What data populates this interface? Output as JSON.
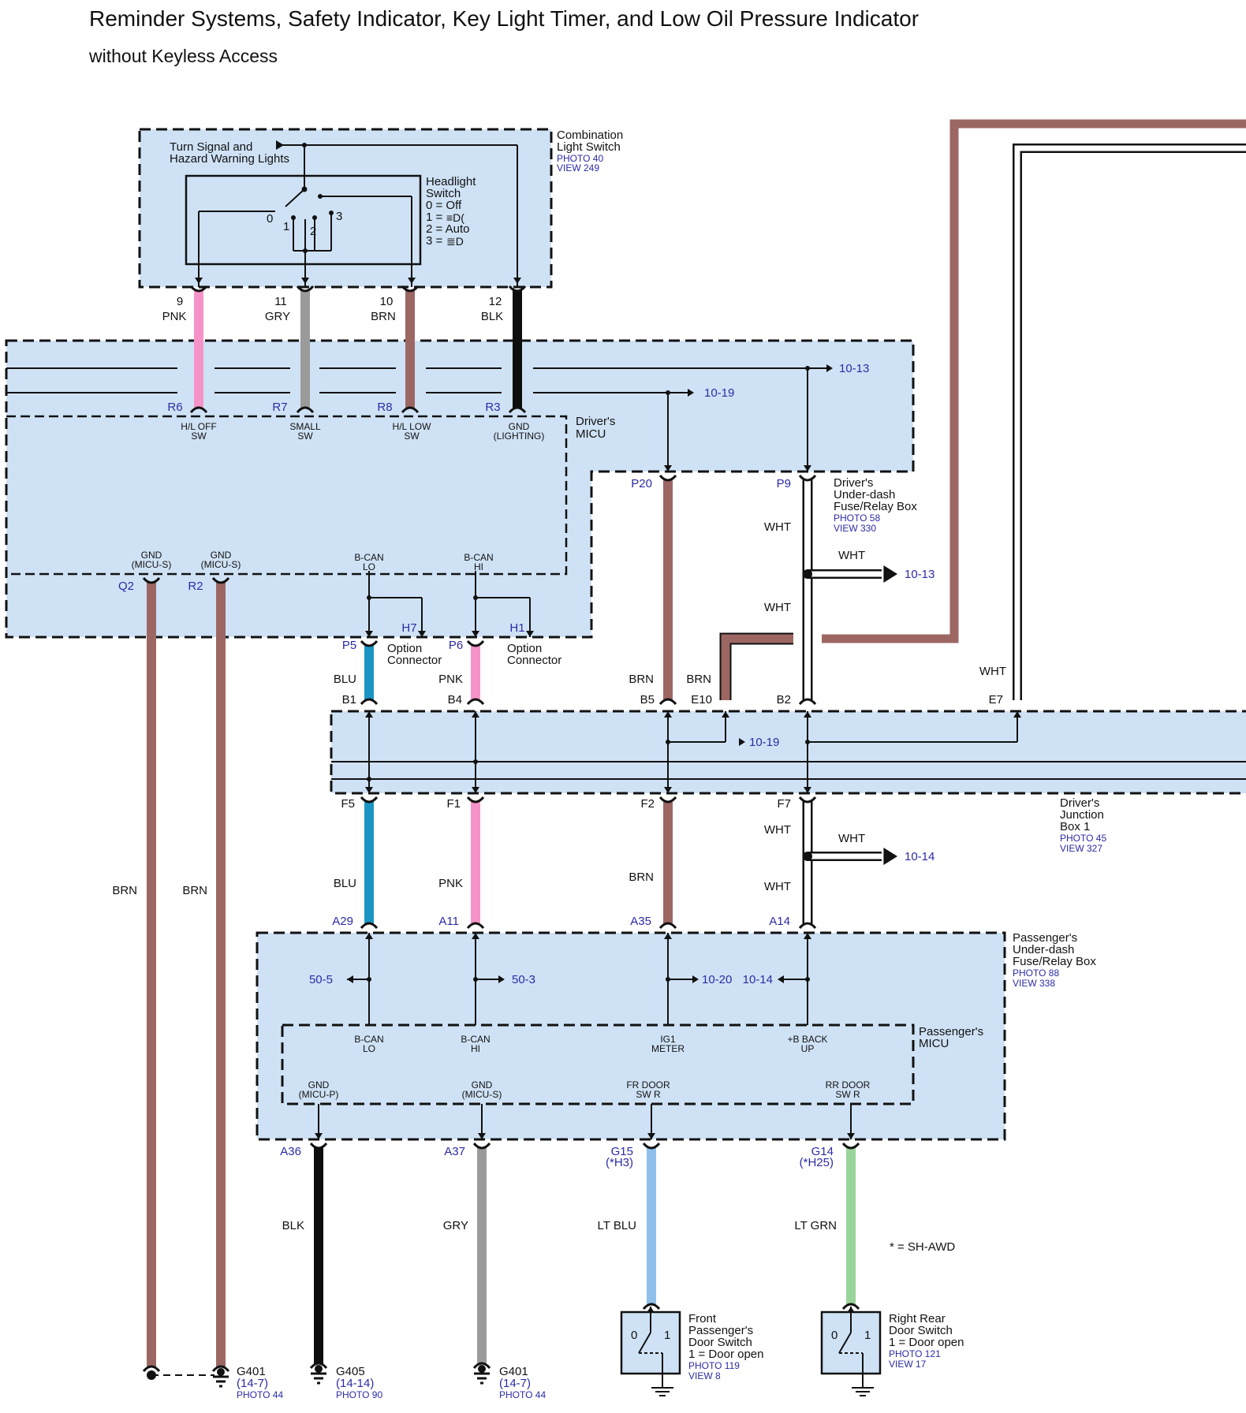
{
  "header": {
    "title": "Reminder Systems, Safety Indicator, Key Light Timer, and Low Oil Pressure Indicator",
    "subtitle": "without Keyless Access"
  },
  "colors": {
    "box_fill": "#cfe2f5",
    "PNK": "#f593c8",
    "GRY": "#9a9a9a",
    "BRN": "#9c6763",
    "BLK": "#0d0d0d",
    "BLU": "#1c95c5",
    "LT BLU": "#8fc0ec",
    "LT GRN": "#99d49a",
    "WHT": "#ffffff",
    "ref_text": "#2b2ba6"
  },
  "combo_switch": {
    "name": [
      "Combination",
      "Light Switch"
    ],
    "photo": "PHOTO 40",
    "view": "VIEW 249",
    "turn_signal": [
      "Turn Signal and",
      "Hazard Warning Lights"
    ],
    "headlight_switch": [
      "Headlight",
      "Switch"
    ],
    "positions": [
      "0 = Off",
      "1 = ",
      "2 = Auto",
      "3 = "
    ],
    "pos_numbers": [
      "0",
      "1",
      "2",
      "3"
    ],
    "pins": [
      {
        "num": "9",
        "color": "PNK"
      },
      {
        "num": "11",
        "color": "GRY"
      },
      {
        "num": "10",
        "color": "BRN"
      },
      {
        "num": "12",
        "color": "BLK"
      }
    ]
  },
  "drivers_micu": {
    "name": [
      "Driver's",
      "MICU"
    ],
    "inputs": [
      {
        "pin": "R6",
        "label": [
          "H/L OFF",
          "SW"
        ]
      },
      {
        "pin": "R7",
        "label": [
          "SMALL",
          "SW"
        ]
      },
      {
        "pin": "R8",
        "label": [
          "H/L LOW",
          "SW"
        ]
      },
      {
        "pin": "R3",
        "label": [
          "GND",
          "(LIGHTING)"
        ]
      }
    ],
    "gnd": [
      {
        "pin": "Q2",
        "label": [
          "GND",
          "(MICU-S)"
        ]
      },
      {
        "pin": "R2",
        "label": [
          "GND",
          "(MICU-S)"
        ]
      }
    ],
    "bcan": [
      {
        "label": [
          "B-CAN",
          "LO"
        ],
        "option_pin": "H7",
        "pin": "P5"
      },
      {
        "label": [
          "B-CAN",
          "HI"
        ],
        "option_pin": "H1",
        "pin": "P6"
      }
    ],
    "option_connector": [
      "Option",
      "Connector"
    ]
  },
  "refs": {
    "r10_13": "10-13",
    "r10_19": "10-19",
    "r10_14": "10-14",
    "r10_20": "10-20",
    "r50_5": "50-5",
    "r50_3": "50-3"
  },
  "drivers_underdash": {
    "name": [
      "Driver's",
      "Under-dash",
      "Fuse/Relay Box"
    ],
    "photo": "PHOTO 58",
    "view": "VIEW 330",
    "pins": [
      "P20",
      "P9"
    ]
  },
  "drivers_junction": {
    "name": [
      "Driver's",
      "Junction",
      "Box 1"
    ],
    "photo": "PHOTO 45",
    "view": "VIEW 327",
    "top_pins": [
      "B1",
      "B4",
      "B5",
      "E10",
      "B2",
      "E7"
    ],
    "bottom_pins": [
      "F5",
      "F1",
      "F2",
      "F7"
    ]
  },
  "passengers_underdash": {
    "name": [
      "Passenger's",
      "Under-dash",
      "Fuse/Relay Box"
    ],
    "photo": "PHOTO 88",
    "view": "VIEW 338",
    "pins": [
      "A29",
      "A11",
      "A35",
      "A14"
    ]
  },
  "passengers_micu": {
    "name": [
      "Passenger's",
      "MICU"
    ],
    "inputs": [
      [
        "B-CAN",
        "LO"
      ],
      [
        "B-CAN",
        "HI"
      ],
      [
        "IG1",
        "METER"
      ],
      [
        "+B BACK",
        "UP"
      ]
    ],
    "outputs": [
      {
        "label": [
          "GND",
          "(MICU-P)"
        ],
        "pin": "A36",
        "color": "BLK"
      },
      {
        "label": [
          "GND",
          "(MICU-S)"
        ],
        "pin": "A37",
        "color": "GRY"
      },
      {
        "label": [
          "FR DOOR",
          "SW R"
        ],
        "pin": "G15",
        "alt": "(*H3)",
        "color": "LT BLU"
      },
      {
        "label": [
          "RR DOOR",
          "SW R"
        ],
        "pin": "G14",
        "alt": "(*H25)",
        "color": "LT GRN"
      }
    ]
  },
  "wires": {
    "BRN": "BRN",
    "WHT": "WHT",
    "BLU": "BLU",
    "PNK": "PNK",
    "BLK": "BLK",
    "GRY": "GRY",
    "LT BLU": "LT BLU",
    "LT GRN": "LT GRN"
  },
  "front_door_switch": {
    "name": [
      "Front",
      "Passenger's",
      "Door Switch",
      "1 = Door open"
    ],
    "photo": "PHOTO 119",
    "view": "VIEW 8"
  },
  "rear_door_switch": {
    "name": [
      "Right Rear",
      "Door Switch",
      "1 = Door open"
    ],
    "photo": "PHOTO 121",
    "view": "VIEW 17"
  },
  "switch_nums": [
    "0",
    "1"
  ],
  "footnote": "* = SH-AWD",
  "grounds": [
    {
      "name": "G401",
      "ref": "(14-7)",
      "photo": "PHOTO 44"
    },
    {
      "name": "G405",
      "ref": "(14-14)",
      "photo": "PHOTO 90"
    },
    {
      "name": "G401",
      "ref": "(14-7)",
      "photo": "PHOTO 44"
    }
  ]
}
